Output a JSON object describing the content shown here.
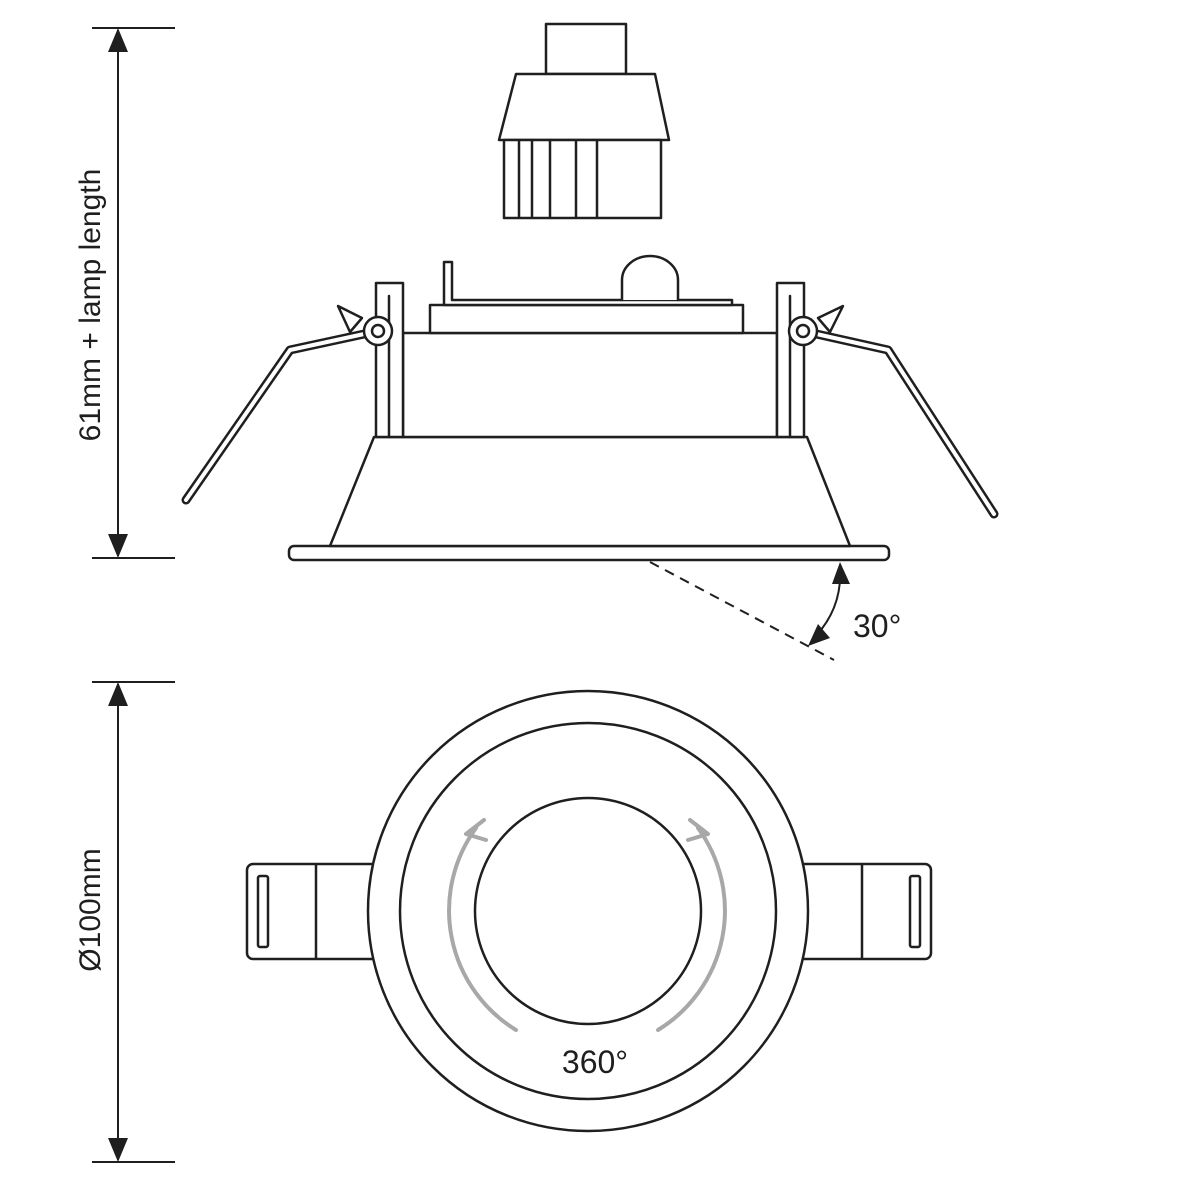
{
  "labels": {
    "height_dimension": "61mm + lamp length",
    "diameter_dimension": "Ø100mm",
    "tilt_angle": "30°",
    "rotation": "360°"
  },
  "colors": {
    "line": "#1f1f1f",
    "arrow_grey": "#a8a8a8",
    "background": "#ffffff"
  }
}
